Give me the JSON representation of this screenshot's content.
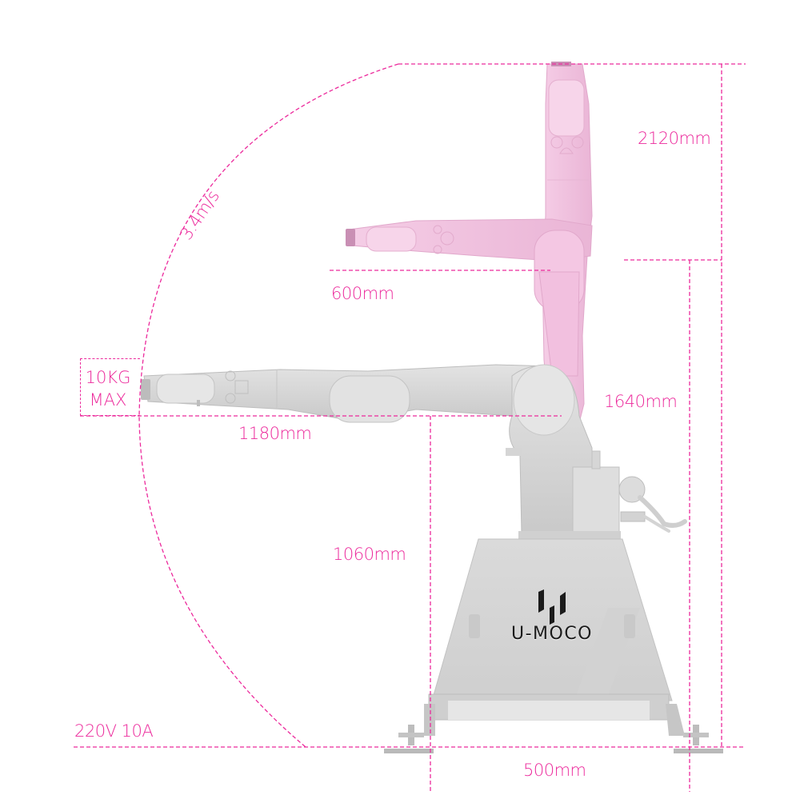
{
  "diagram": {
    "subject": "Robot arm on pedestal — working envelope specification",
    "brand": {
      "name": "U-MOCO",
      "logo_icon": "three-slanted-bars-logo"
    },
    "colors": {
      "dimension_line": "#ec2a9c",
      "label_text": "#ec2a9c",
      "arm_extended_pose": "#d9d9d9",
      "arm_vertical_pose": "#f2c3e0",
      "pedestal": "#d7d7d7",
      "background": "#ffffff"
    },
    "dimensions": {
      "max_reach_height": "2120mm",
      "shoulder_height": "1640mm",
      "base_to_elbow_height": "1060mm",
      "horizontal_reach": "1180mm",
      "forearm_length": "600mm",
      "base_width": "500mm"
    },
    "specs": {
      "speed": "3.4m/s",
      "payload_line1": "10KG",
      "payload_line2": "MAX",
      "power": "220V 10A"
    }
  }
}
